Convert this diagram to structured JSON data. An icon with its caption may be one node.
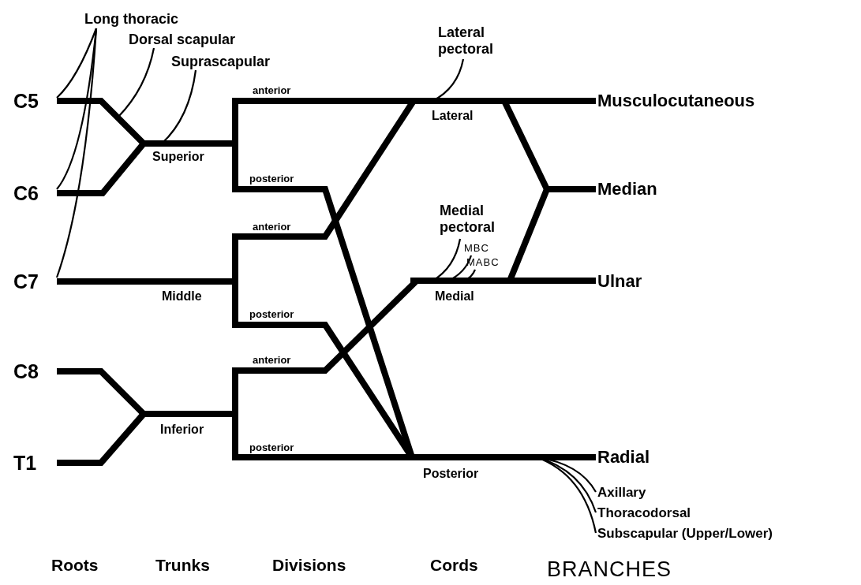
{
  "diagram": {
    "nodes": [
      {
        "text": [
          "Long thoracic"
        ]
      },
      {
        "text": [
          "Dorsal scapular"
        ]
      },
      {
        "text": [
          "Suprascapular"
        ]
      },
      {
        "text": [
          "Lateral pectoral"
        ]
      },
      {
        "text": [
          "C5"
        ]
      },
      {
        "text": [
          "anterior"
        ]
      },
      {
        "text": [
          "Musculocutaneous"
        ]
      },
      {
        "text": [
          "Lateral"
        ]
      },
      {
        "text": [
          "Superior"
        ]
      },
      {
        "text": [
          "posterior"
        ]
      },
      {
        "text": [
          "C6"
        ]
      },
      {
        "text": [
          "Median"
        ]
      },
      {
        "text": [
          "Medial pectoral"
        ]
      },
      {
        "text": [
          "anterior"
        ]
      },
      {
        "text": [
          "MBC"
        ]
      },
      {
        "text": [
          "MABC"
        ]
      },
      {
        "text": [
          "C7"
        ]
      },
      {
        "text": [
          "Ulnar"
        ]
      },
      {
        "text": [
          "Middle"
        ]
      },
      {
        "text": [
          "Medial"
        ]
      },
      {
        "text": [
          "posterior"
        ]
      },
      {
        "text": [
          "C8"
        ]
      },
      {
        "text": [
          "anterior"
        ]
      },
      {
        "text": [
          "Inferior"
        ]
      },
      {
        "text": [
          "posterior"
        ]
      },
      {
        "text": [
          "Radial"
        ]
      },
      {
        "text": [
          "T1"
        ]
      },
      {
        "text": [
          "Posterior"
        ]
      },
      {
        "text": [
          "Axillary"
        ]
      },
      {
        "text": [
          "Thoracodorsal"
        ]
      },
      {
        "text": [
          "Subscapular (Upper/Lower)"
        ]
      }
    ],
    "edges": [
      {
        "from": 0,
        "to": 4,
        "arrow": "none"
      },
      {
        "from": 0,
        "to": 10,
        "arrow": "none"
      },
      {
        "from": 0,
        "to": 16,
        "arrow": "none"
      },
      {
        "from": 1,
        "to": null,
        "arrow": "none"
      },
      {
        "from": 2,
        "to": 8,
        "arrow": "none"
      },
      {
        "from": 3,
        "to": 7,
        "arrow": "none"
      },
      {
        "from": 12,
        "to": 19,
        "arrow": "none"
      },
      {
        "from": 14,
        "to": 19,
        "arrow": "none"
      },
      {
        "from": 15,
        "to": 19,
        "arrow": "none"
      },
      {
        "from": 4,
        "to": 8,
        "arrow": "none"
      },
      {
        "from": 10,
        "to": 8,
        "arrow": "none"
      },
      {
        "from": 16,
        "to": 18,
        "arrow": "none"
      },
      {
        "from": 21,
        "to": 23,
        "arrow": "none"
      },
      {
        "from": 26,
        "to": 23,
        "arrow": "none"
      },
      {
        "from": 8,
        "to": 5,
        "arrow": "none"
      },
      {
        "from": 8,
        "to": 9,
        "arrow": "none"
      },
      {
        "from": 18,
        "to": 13,
        "arrow": "none"
      },
      {
        "from": 18,
        "to": 20,
        "arrow": "none"
      },
      {
        "from": 23,
        "to": 22,
        "arrow": "none"
      },
      {
        "from": 23,
        "to": 24,
        "arrow": "none"
      },
      {
        "from": 5,
        "to": 7,
        "arrow": "none"
      },
      {
        "from": 13,
        "to": 7,
        "arrow": "none"
      },
      {
        "from": 22,
        "to": 19,
        "arrow": "none"
      },
      {
        "from": 9,
        "to": 27,
        "arrow": "none"
      },
      {
        "from": 20,
        "to": 27,
        "arrow": "none"
      },
      {
        "from": 24,
        "to": 27,
        "arrow": "none"
      },
      {
        "from": 7,
        "to": 6,
        "arrow": "none"
      },
      {
        "from": 7,
        "to": 11,
        "arrow": "none"
      },
      {
        "from": 19,
        "to": 11,
        "arrow": "none"
      },
      {
        "from": 19,
        "to": 17,
        "arrow": "none"
      },
      {
        "from": 27,
        "to": 25,
        "arrow": "none"
      },
      {
        "from": 27,
        "to": 28,
        "arrow": "none"
      },
      {
        "from": 27,
        "to": 29,
        "arrow": "none"
      },
      {
        "from": 27,
        "to": 30,
        "arrow": "none"
      }
    ],
    "labels": [
      "Roots",
      "Trunks",
      "Divisions",
      "Cords",
      "BRANCHES"
    ]
  }
}
